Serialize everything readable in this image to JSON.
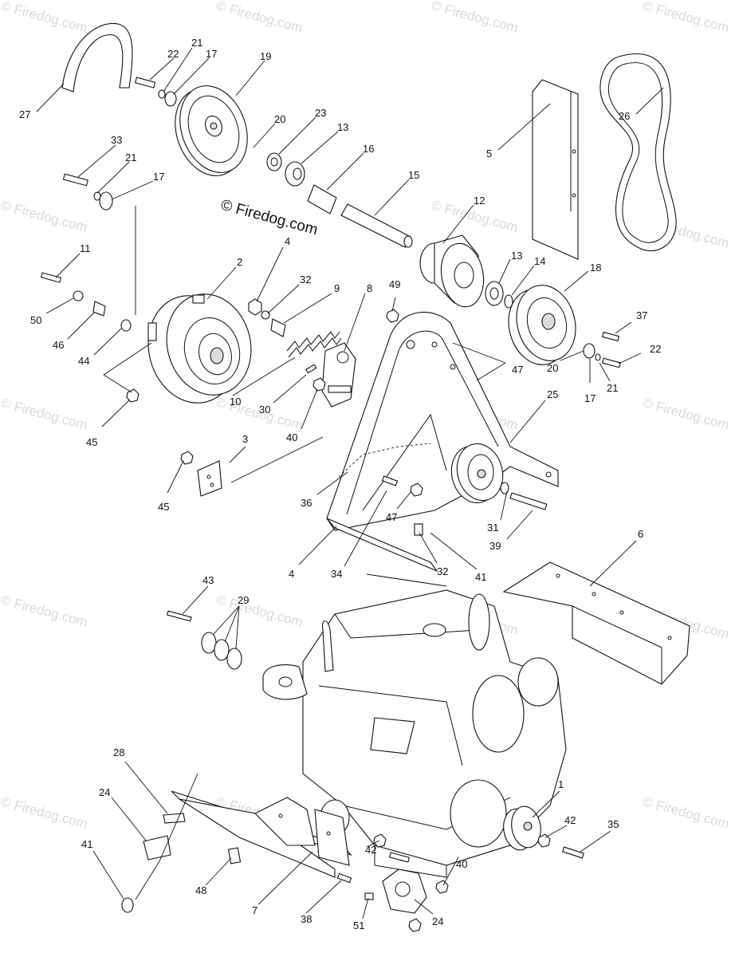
{
  "watermark": {
    "text": "© Firedog.com",
    "color": "#d9d9d9",
    "main_color": "#111111"
  },
  "callouts": [
    "27",
    "22",
    "21",
    "17",
    "19",
    "20",
    "23",
    "13",
    "16",
    "15",
    "12",
    "5",
    "26",
    "33",
    "21",
    "17",
    "11",
    "2",
    "4",
    "32",
    "9",
    "50",
    "46",
    "44",
    "45",
    "10",
    "30",
    "8",
    "49",
    "13",
    "14",
    "18",
    "37",
    "22",
    "20",
    "17",
    "21",
    "47",
    "40",
    "25",
    "3",
    "45",
    "36",
    "47",
    "31",
    "39",
    "4",
    "34",
    "32",
    "41",
    "6",
    "43",
    "29",
    "1",
    "42",
    "35",
    "28",
    "24",
    "41",
    "48",
    "7",
    "38",
    "42",
    "40",
    "51",
    "24"
  ]
}
